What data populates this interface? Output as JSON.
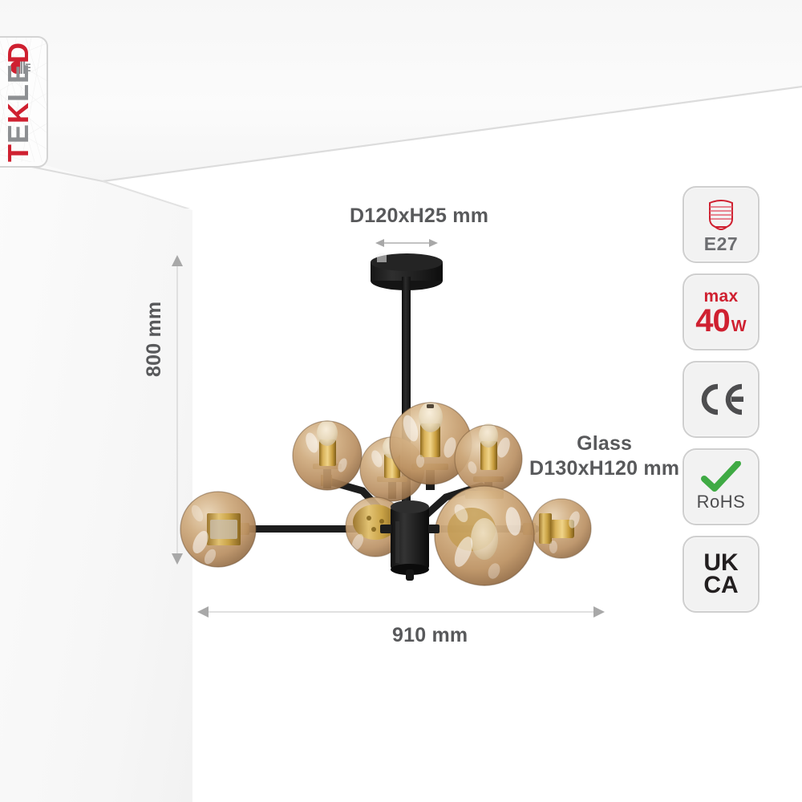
{
  "brand": {
    "logo_plate_name": "TEKLED",
    "logo_text_part_red": "T",
    "logo_text": "TEKLED",
    "logo_icon": "led-lamp-icon",
    "accent_red": "#cf2030",
    "accent_gray": "#8d8f92"
  },
  "product": {
    "type": "chandelier-ceiling-light",
    "finish_metal": "black-and-brass",
    "glass_color": "amber",
    "globe_count": 8
  },
  "dimensions": {
    "canopy_label": "D120xH25 mm",
    "height_label": "800 mm",
    "width_label": "910 mm",
    "glass_label_line1": "Glass",
    "glass_label_line2": "D130xH120 mm",
    "label_color": "#58595b"
  },
  "badges": [
    {
      "id": "e27",
      "icon": "lamp-base-e27-icon",
      "label": "E27",
      "icon_color": "#cf2030",
      "label_color": "#6d6e71"
    },
    {
      "id": "max-wattage",
      "icon": "none",
      "label_top": "max",
      "label_value": "40",
      "label_unit": "W",
      "label_color": "#cf2030"
    },
    {
      "id": "ce",
      "icon": "ce-mark-icon",
      "label": "CE",
      "label_color": "#4d4d4f"
    },
    {
      "id": "rohs",
      "icon": "green-checkmark-icon",
      "label": "RoHS",
      "icon_color": "#3faa44",
      "label_color": "#4d4d4f"
    },
    {
      "id": "ukca",
      "icon": "none",
      "label_line1": "UK",
      "label_line2": "CA",
      "label_color": "#231f20"
    }
  ],
  "colors": {
    "background": "#ffffff",
    "ceiling": "#f7f7f7",
    "wall": "#fbfbfb",
    "dimension_line": "#d9d9d9",
    "arrow": "#9a9a9a",
    "fixture_black": "#1a1a1a",
    "brass": "#b8912f",
    "glass_amber": "#c9a880"
  }
}
